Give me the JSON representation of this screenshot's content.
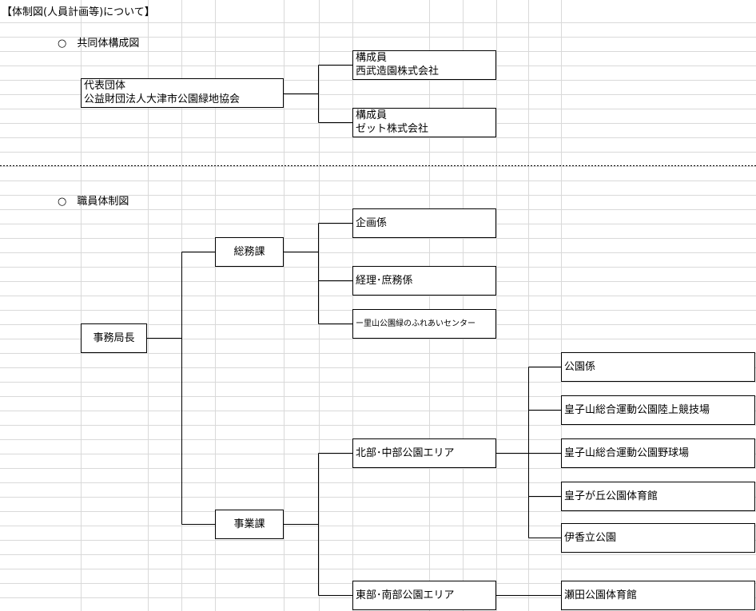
{
  "title": "【体制図(人員計画等)について】",
  "section1": {
    "heading": "○　共同体構成図",
    "lead": {
      "line1": "代表団体",
      "line2": "公益財団法人大津市公園緑地協会"
    },
    "members": [
      {
        "line1": "構成員",
        "line2": "西武造園株式会社"
      },
      {
        "line1": "構成員",
        "line2": "ゼット株式会社"
      }
    ]
  },
  "section2": {
    "heading": "○　職員体制図",
    "root": "事務局長",
    "soumu": {
      "label": "総務課",
      "children": [
        "企画係",
        "経理･庶務係",
        "ー里山公園緑のふれあいセンター"
      ]
    },
    "jigyo": {
      "label": "事業課",
      "north": {
        "label": "北部･中部公園エリア",
        "children": [
          "公園係",
          "皇子山総合運動公園陸上競技場",
          "皇子山総合運動公園野球場",
          "皇子が丘公園体育館",
          "伊香立公園"
        ]
      },
      "east": {
        "label": "東部･南部公園エリア",
        "children": [
          "瀬田公園体育館"
        ]
      }
    }
  }
}
